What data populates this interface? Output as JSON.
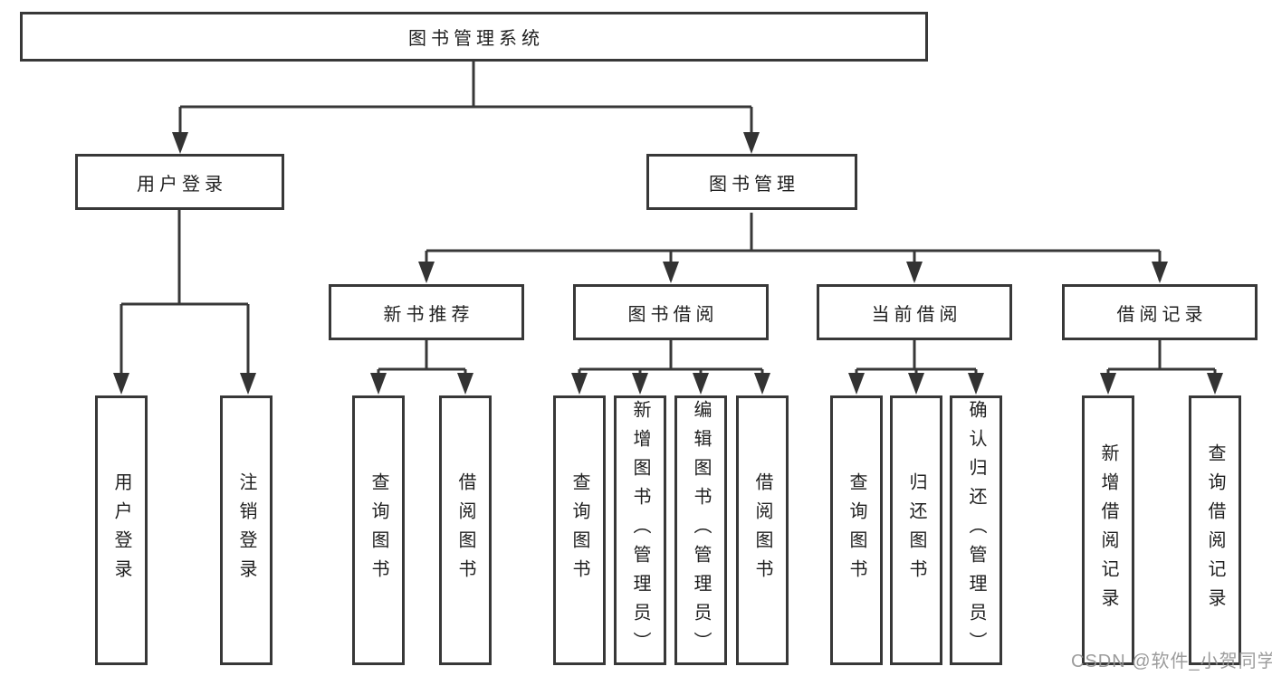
{
  "tree": {
    "root": {
      "label": "图书管理系统"
    },
    "children": [
      {
        "label": "用户登录",
        "children": [
          {
            "label": "用户登录"
          },
          {
            "label": "注销登录"
          }
        ]
      },
      {
        "label": "图书管理",
        "children": [
          {
            "label": "新书推荐",
            "children": [
              {
                "label": "查询图书"
              },
              {
                "label": "借阅图书"
              }
            ]
          },
          {
            "label": "图书借阅",
            "children": [
              {
                "label": "查询图书"
              },
              {
                "label": "新增图书（管理员）"
              },
              {
                "label": "编辑图书（管理员）"
              },
              {
                "label": "借阅图书"
              }
            ]
          },
          {
            "label": "当前借阅",
            "children": [
              {
                "label": "查询图书"
              },
              {
                "label": "归还图书"
              },
              {
                "label": "确认归还（管理员）"
              }
            ]
          },
          {
            "label": "借阅记录",
            "children": [
              {
                "label": "新增借阅记录"
              },
              {
                "label": "查询借阅记录"
              }
            ]
          }
        ]
      }
    ]
  },
  "watermark": {
    "text": "CSDN @软件_小贺同学"
  },
  "colors": {
    "line": "#383838",
    "box_border": "#383838",
    "text": "#1f1f1f",
    "watermark": "#949494",
    "background": "#ffffff"
  }
}
